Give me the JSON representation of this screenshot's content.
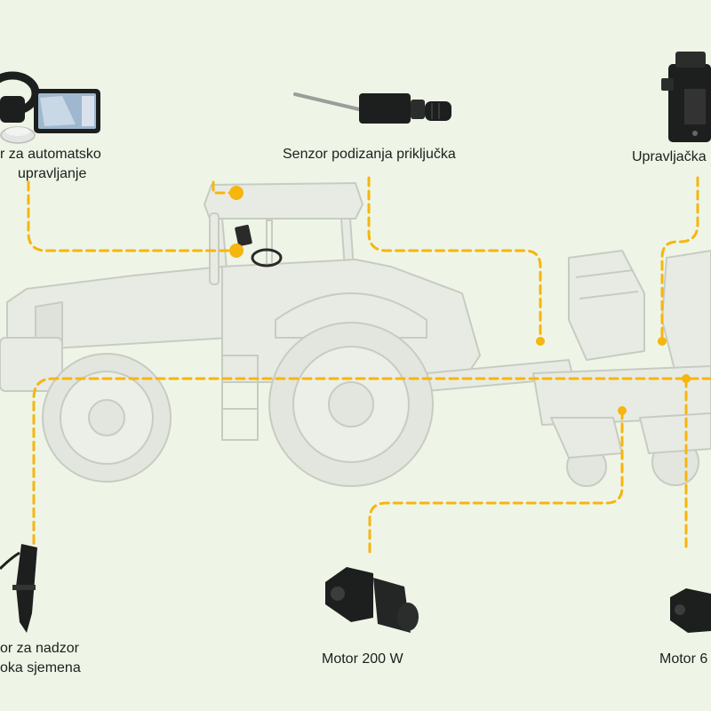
{
  "colors": {
    "background": "#eef5e6",
    "connector": "#f6b50f",
    "machine_fill": "#e8ebe4",
    "machine_stroke": "#c7ccc2",
    "device_dark": "#1d1f1e",
    "label_text": "#1e1e1e"
  },
  "labels": {
    "autosteer_line1": "r za automatsko",
    "autosteer_line2": "upravljanje",
    "lift_sensor": "Senzor podizanja priključka",
    "controller": "Upravljačka",
    "seed_sensor_line1": "or za nadzor",
    "seed_sensor_line2": "oka sjemena",
    "motor_200": "Motor 200 W",
    "motor_right": "Motor 6"
  },
  "icons": [
    "steering-wheel-icon",
    "tablet-display-icon",
    "gnss-antenna-icon",
    "lift-sensor-icon",
    "controller-box-icon",
    "seed-sensor-icon",
    "motor-icon"
  ]
}
